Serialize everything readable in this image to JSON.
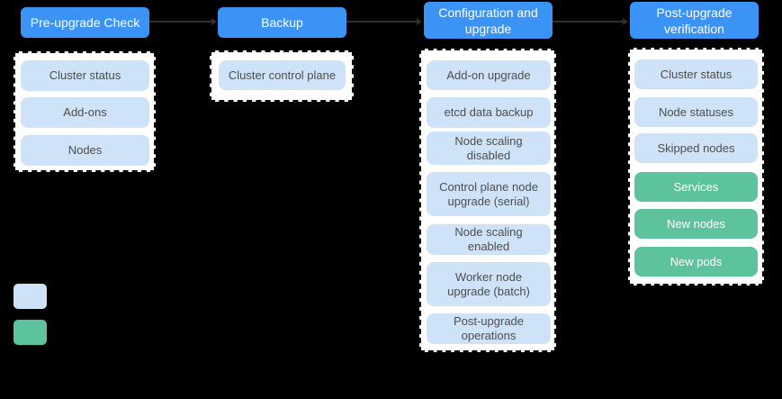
{
  "stages": [
    {
      "header": "Pre-upgrade Check",
      "items": [
        "Cluster status",
        "Add-ons",
        "Nodes"
      ]
    },
    {
      "header": "Backup",
      "items": [
        "Cluster control plane"
      ]
    },
    {
      "header": "Configuration and\nupgrade",
      "items": [
        "Add-on upgrade",
        "etcd data backup",
        "Node scaling\ndisabled",
        "Control plane node\nupgrade (serial)",
        "Node scaling\nenabled",
        "Worker node\nupgrade (batch)",
        "Post-upgrade\noperations"
      ]
    },
    {
      "header": "Post-upgrade\nverification",
      "items": [
        "Cluster status",
        "Node statuses",
        "Skipped nodes",
        "Services",
        "New nodes",
        "New pods"
      ],
      "green_items": [
        "Services",
        "New nodes",
        "New pods"
      ]
    }
  ],
  "legend": {
    "swatches": [
      {
        "name": "blue-swatch",
        "color": "#CFE3F8"
      },
      {
        "name": "green-swatch",
        "color": "#5CC39D"
      }
    ]
  },
  "colors": {
    "background": "#000000",
    "stage_header_blue": "#3B93F5",
    "header_text": "#FFFFFF",
    "item_blue": "#CFE3F8",
    "item_green": "#5CC39D",
    "item_text": "#4D4D4D",
    "container_bg": "#FFFFFF",
    "container_border": "#000000",
    "arrow": "#2F2F2F"
  }
}
